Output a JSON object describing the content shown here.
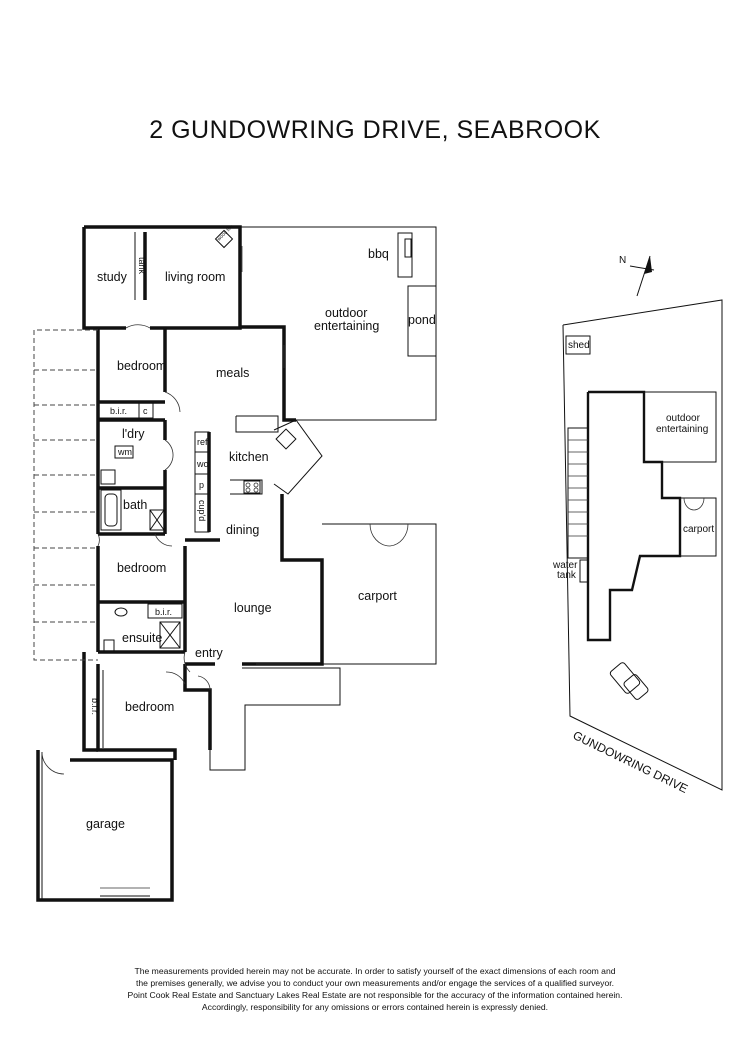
{
  "title": "2 GUNDOWRING DRIVE, SEABROOK",
  "rooms": {
    "study": "study",
    "tank": "tank",
    "living_room": "living room",
    "bbq": "bbq",
    "outdoor": "outdoor",
    "entertaining": "entertaining",
    "pond": "pond",
    "bedroom1": "bedroom",
    "meals": "meals",
    "bir1": "b.i.r.",
    "c": "c",
    "ldry": "l'dry",
    "wm": "wm",
    "kitchen": "kitchen",
    "ref": "ref",
    "wo": "wo",
    "p": "p",
    "cupd": "cup'd",
    "bath": "bath",
    "dining": "dining",
    "bedroom2": "bedroom",
    "lounge": "lounge",
    "carport": "carport",
    "bir2": "b.i.r.",
    "ensuite": "ensuite",
    "entry": "entry",
    "bir3": "b.i.r.",
    "bedroom3": "bedroom",
    "garage": "garage",
    "wood_fire": "wood fire"
  },
  "site_plan": {
    "north": "N",
    "shed": "shed",
    "outdoor": "outdoor",
    "entertaining": "entertaining",
    "carport": "carport",
    "water": "water",
    "tank": "tank",
    "street": "GUNDOWRING DRIVE"
  },
  "disclaimer": [
    "The measurements provided herein may not be accurate.  In order to satisfy yourself of the exact dimensions of each room and",
    "the premises generally, we advise you to conduct your own measurements and/or engage the services of a qualified surveyor.",
    "Point Cook Real Estate and Sanctuary Lakes Real Estate are not responsible for the accuracy of the information contained herein.",
    "Accordingly, responsibility for any omissions or errors contained herein is expressly denied."
  ]
}
